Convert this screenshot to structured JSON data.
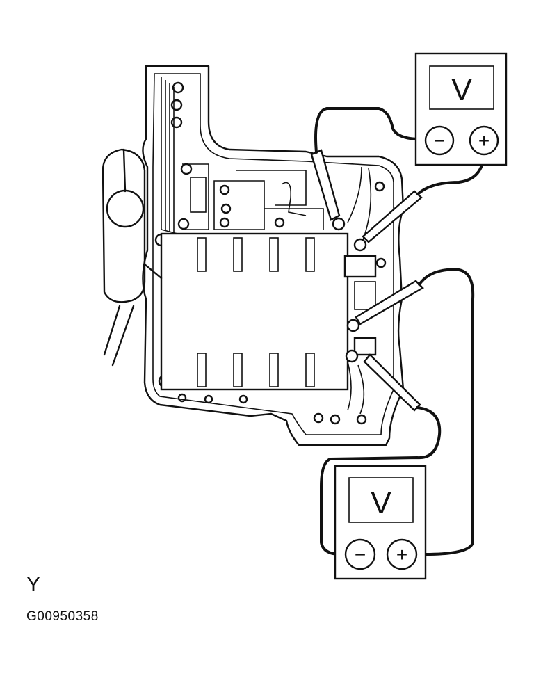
{
  "figure": {
    "view_letter": "Y",
    "code": "G00950358"
  },
  "meters": [
    {
      "display": "V",
      "neg_symbol": "−",
      "pos_symbol": "+"
    },
    {
      "display": "V",
      "neg_symbol": "−",
      "pos_symbol": "+"
    }
  ]
}
